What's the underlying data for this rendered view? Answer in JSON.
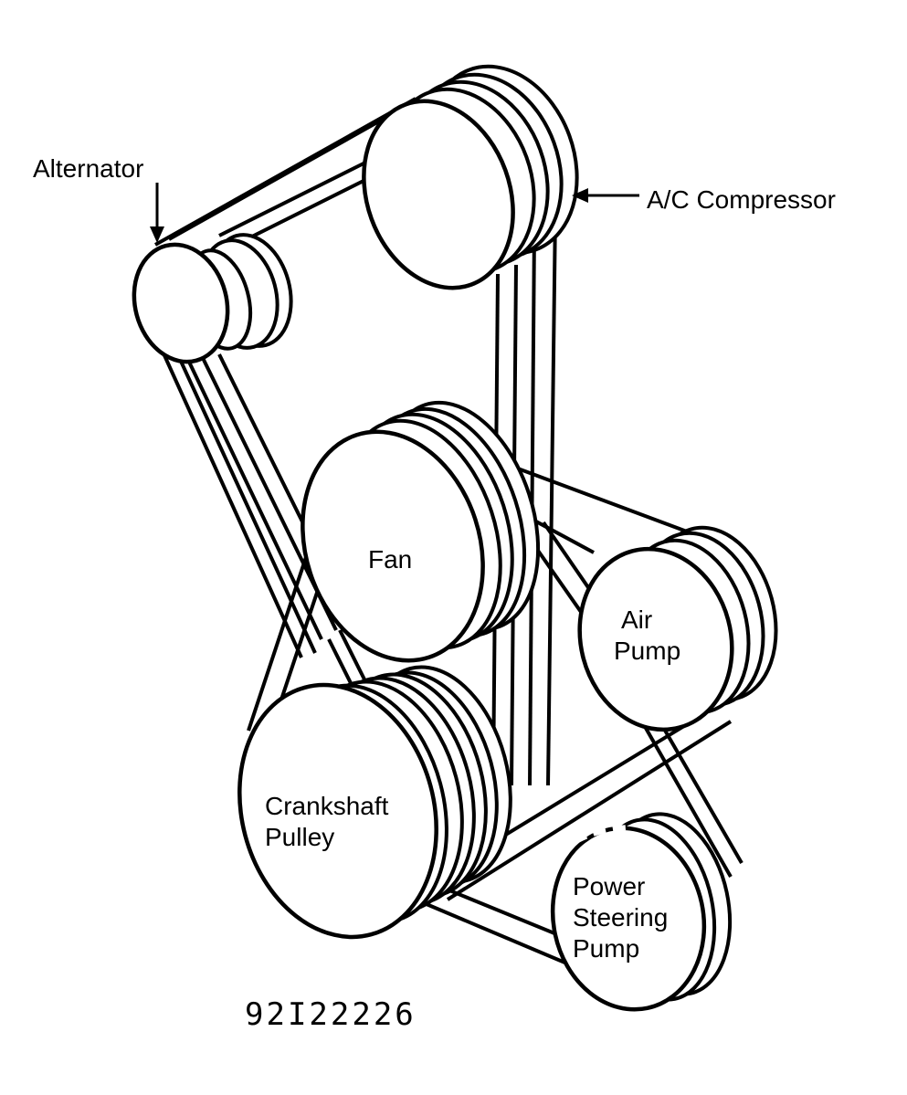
{
  "labels": {
    "alternator": "Alternator",
    "ac_compressor": "A/C Compressor",
    "fan": "Fan",
    "air_pump_line1": "Air",
    "air_pump_line2": "Pump",
    "crankshaft_line1": "Crankshaft",
    "crankshaft_line2": "Pulley",
    "power_steering_line1": "Power",
    "power_steering_line2": "Steering",
    "power_steering_line3": "Pump"
  },
  "figure_code": "92I22226",
  "colors": {
    "line": "#000000",
    "background": "#ffffff"
  }
}
